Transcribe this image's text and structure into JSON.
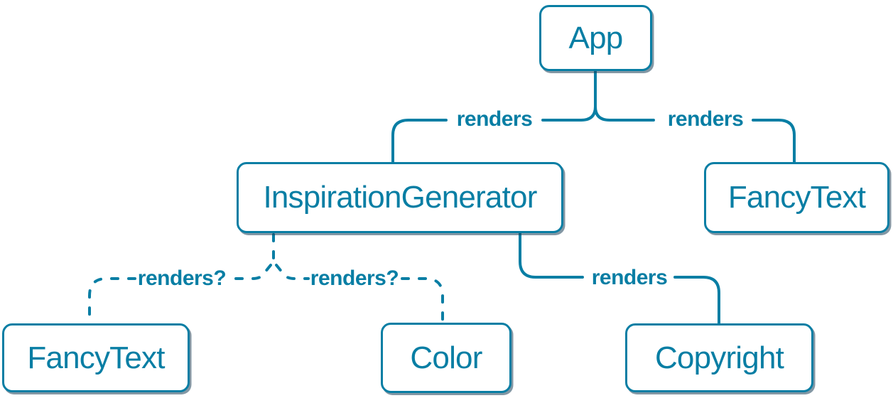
{
  "diagram": {
    "type": "tree",
    "colors": {
      "stroke": "#087ea4",
      "text": "#087ea4",
      "node_fill": "#ffffff",
      "shadow": "rgba(30,65,90,0.55)"
    },
    "nodes": [
      {
        "id": "app",
        "label": "App"
      },
      {
        "id": "inspiration-generator",
        "label": "InspirationGenerator"
      },
      {
        "id": "fancy-text-top",
        "label": "FancyText"
      },
      {
        "id": "fancy-text-bottom",
        "label": "FancyText"
      },
      {
        "id": "color",
        "label": "Color"
      },
      {
        "id": "copyright",
        "label": "Copyright"
      }
    ],
    "edges": [
      {
        "from": "App",
        "to": "InspirationGenerator",
        "label": "renders",
        "style": "solid"
      },
      {
        "from": "App",
        "to": "FancyText",
        "label": "renders",
        "style": "solid"
      },
      {
        "from": "InspirationGenerator",
        "to": "FancyText",
        "label": "renders?",
        "style": "dashed"
      },
      {
        "from": "InspirationGenerator",
        "to": "Color",
        "label": "renders?",
        "style": "dashed"
      },
      {
        "from": "InspirationGenerator",
        "to": "Copyright",
        "label": "renders",
        "style": "solid"
      }
    ]
  }
}
